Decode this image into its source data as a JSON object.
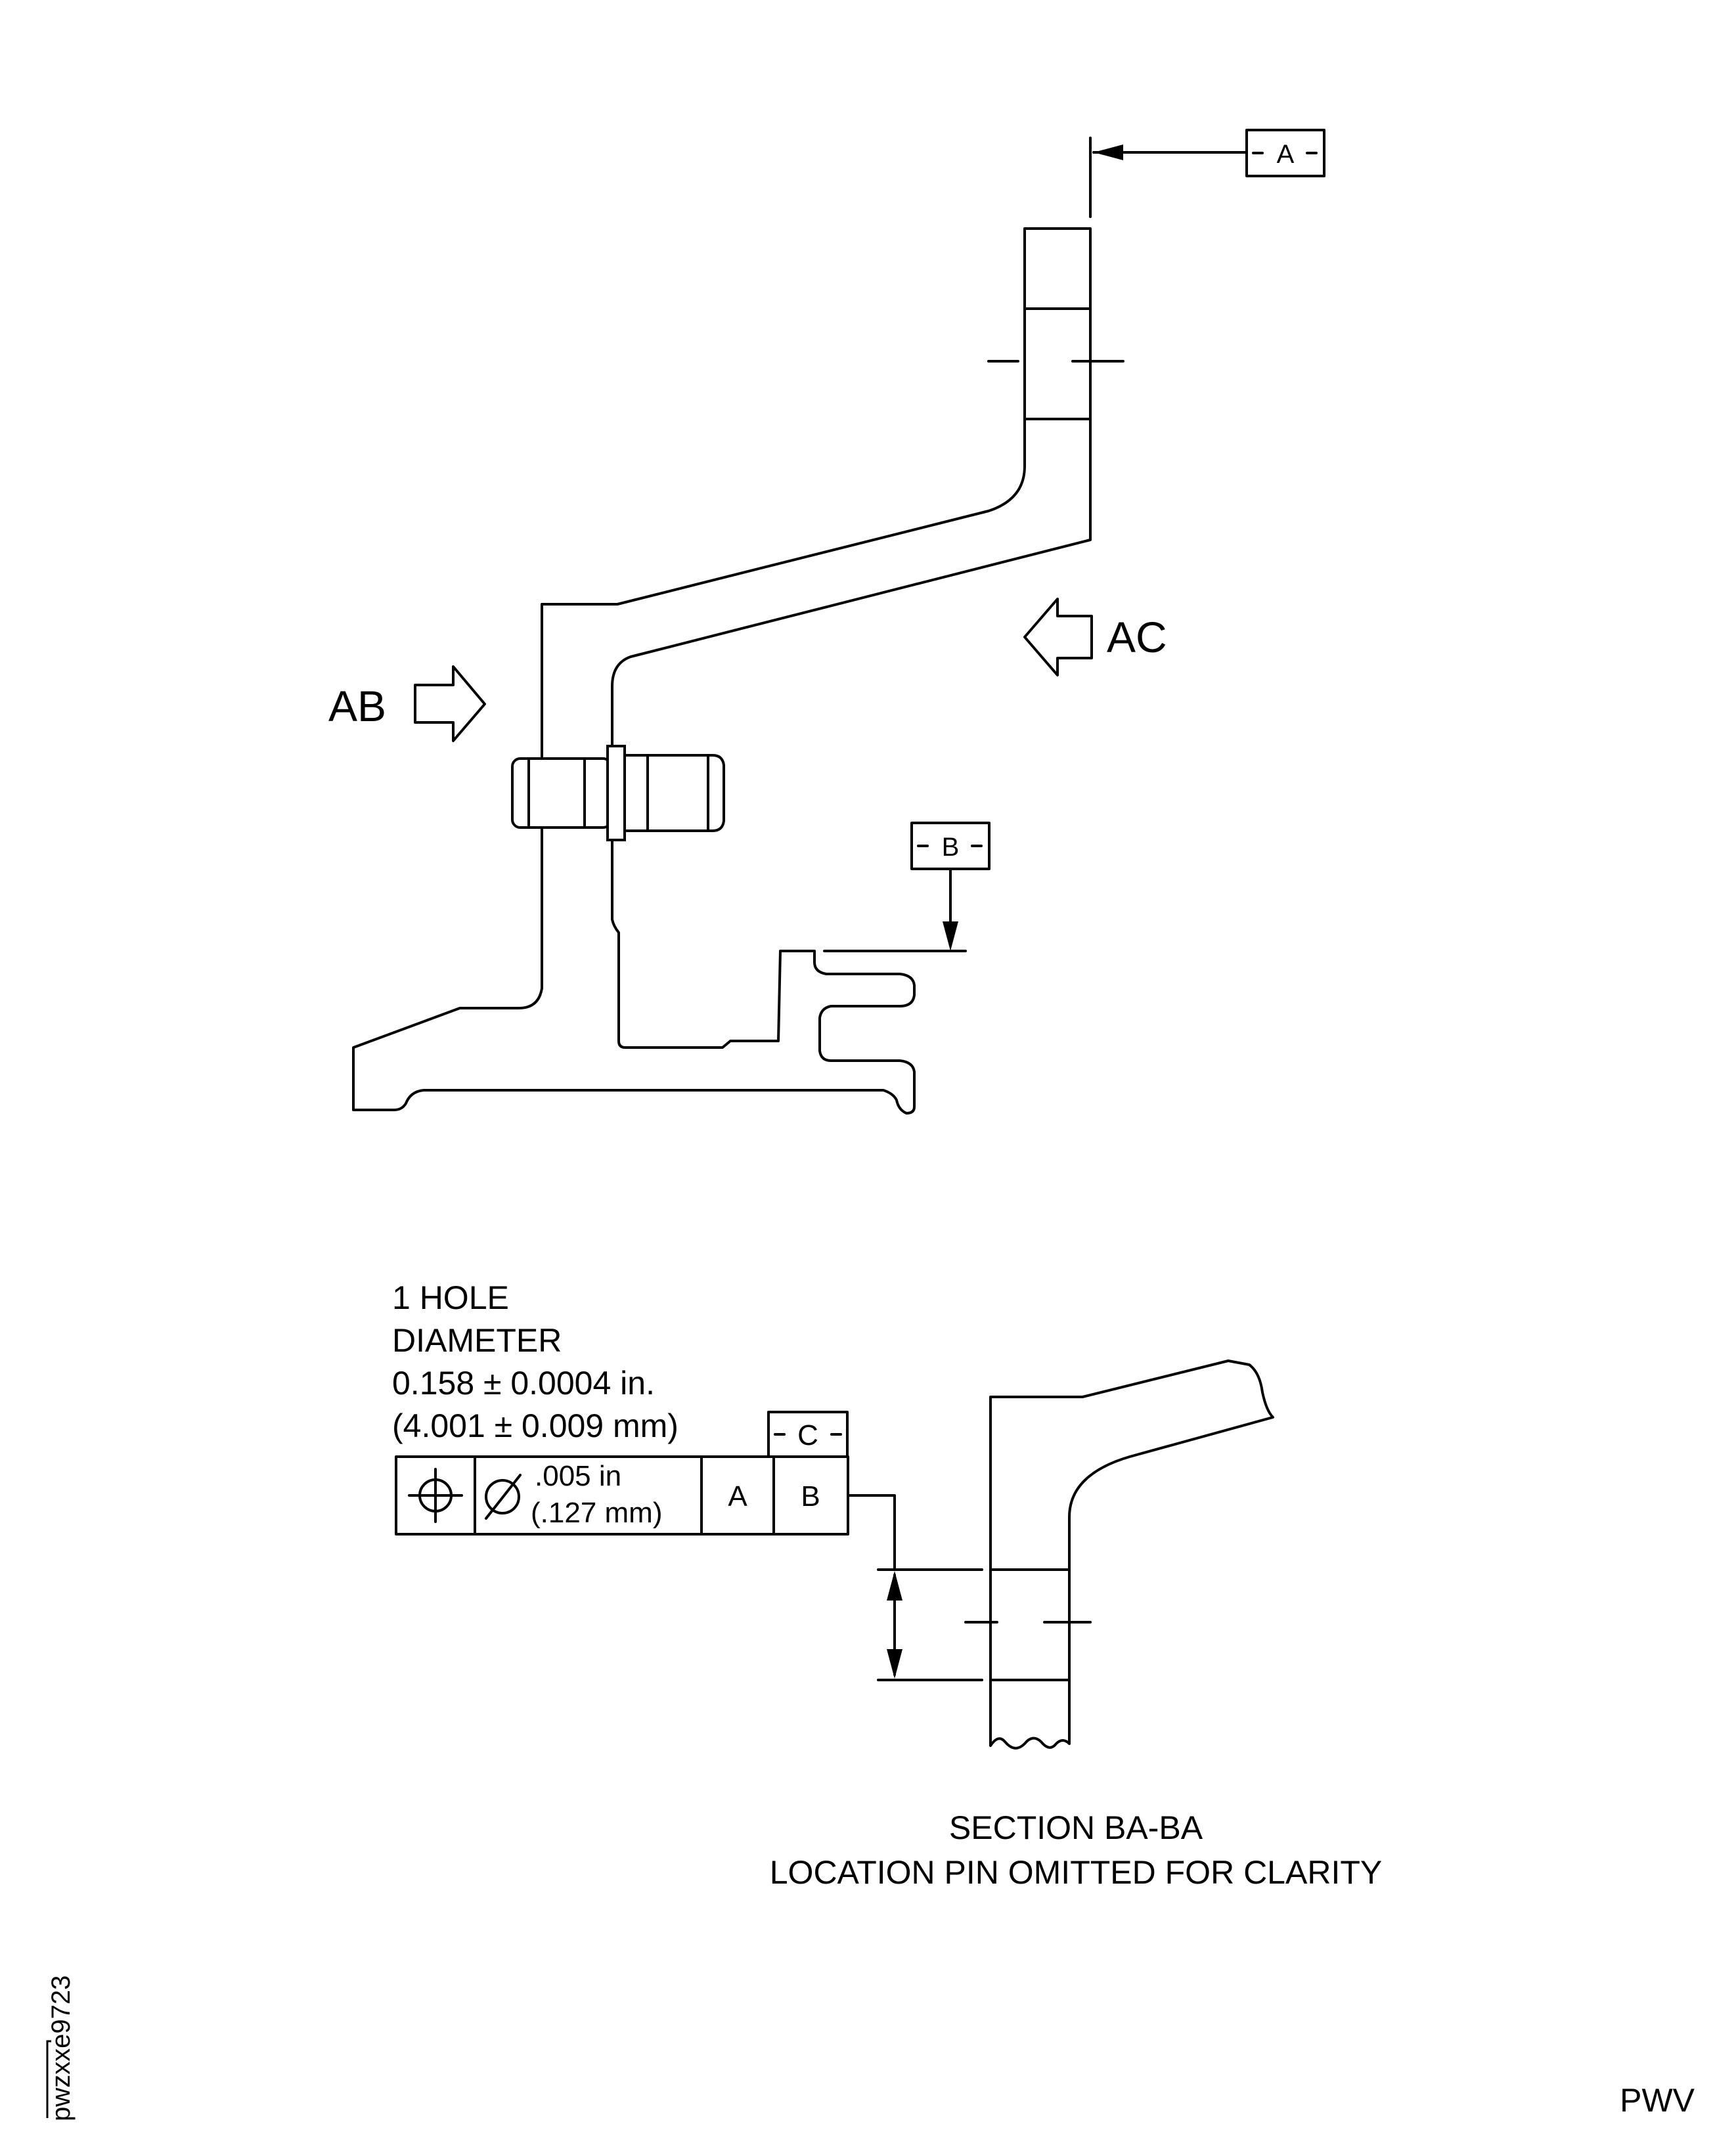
{
  "datums": {
    "a": "A",
    "b": "B",
    "c": "C"
  },
  "view_arrows": {
    "ab": "AB",
    "ac": "AC"
  },
  "hole_note": {
    "line1": "1 HOLE",
    "line2": "DIAMETER",
    "line3": "0.158 ± 0.0004 in.",
    "line4": "(4.001 ± 0.009 mm)"
  },
  "feature_control_frame": {
    "symbol": "position-icon",
    "diameter_symbol": "diameter-icon",
    "tolerance_in": ".005 in",
    "tolerance_mm": "(.127 mm)",
    "datum_1": "A",
    "datum_2": "B"
  },
  "section": {
    "title": "SECTION BA-BA",
    "note": "LOCATION PIN OMITTED FOR CLARITY"
  },
  "figure_id": "pwzxxe9723",
  "footer_code": "PWV"
}
